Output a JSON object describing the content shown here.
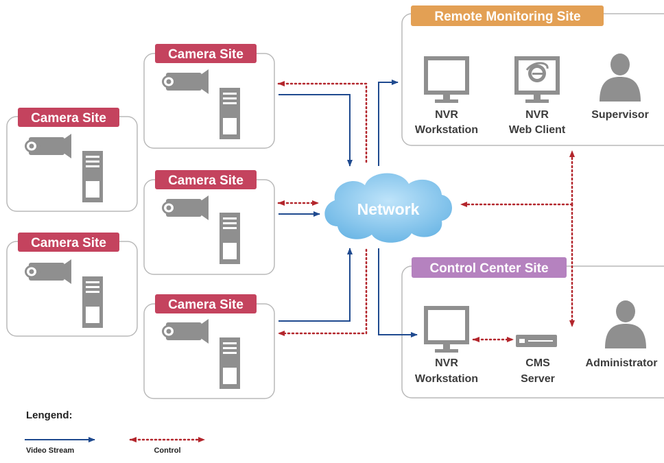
{
  "camera_sites": [
    {
      "label": "Camera Site"
    },
    {
      "label": "Camera Site"
    },
    {
      "label": "Camera Site"
    },
    {
      "label": "Camera Site"
    },
    {
      "label": "Camera Site"
    }
  ],
  "network": {
    "label": "Network"
  },
  "remote_site": {
    "label": "Remote  Monitoring Site",
    "nvr_workstation": {
      "line1": "NVR",
      "line2": "Workstation"
    },
    "nvr_web_client": {
      "line1": "NVR",
      "line2": "Web Client"
    },
    "supervisor": {
      "label": "Supervisor"
    }
  },
  "control_site": {
    "label": "Control Center Site",
    "nvr_workstation": {
      "line1": "NVR",
      "line2": "Workstation"
    },
    "cms_server": {
      "line1": "CMS",
      "line2": "Server"
    },
    "administrator": {
      "label": "Administrator"
    }
  },
  "legend": {
    "title": "Lengend:",
    "video_stream": "Video Stream",
    "control": "Control"
  },
  "colors": {
    "camera_tag": "#c4435e",
    "remote_tag": "#e3a054",
    "control_tag": "#b582bf",
    "video_stream": "#1f4a8f",
    "control": "#b3262c",
    "network_cloud": "#8ecaf0"
  }
}
